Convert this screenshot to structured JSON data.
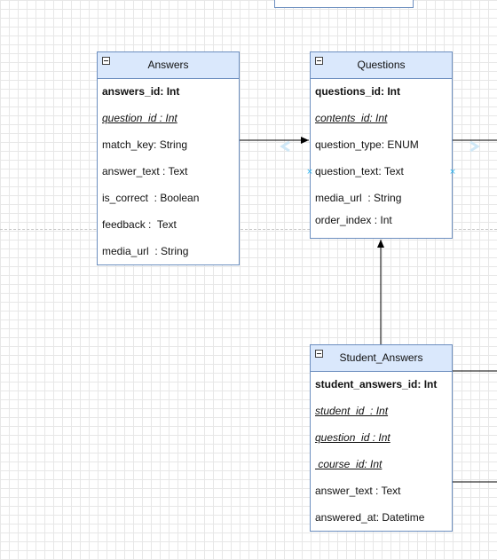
{
  "tables": {
    "answers": {
      "title": "Answers",
      "fields": [
        {
          "text": "answers_id: Int",
          "kind": "pk"
        },
        {
          "text": "question_id : Int",
          "kind": "fk"
        },
        {
          "text": "match_key: String",
          "kind": "plain"
        },
        {
          "text": "answer_text : Text",
          "kind": "plain"
        },
        {
          "text": "is_correct  : Boolean",
          "kind": "plain"
        },
        {
          "text": "feedback :  Text",
          "kind": "plain"
        },
        {
          "text": "media_url  : String",
          "kind": "plain"
        }
      ]
    },
    "questions": {
      "title": "Questions",
      "fields": [
        {
          "text": "questions_id: Int",
          "kind": "pk"
        },
        {
          "text": "contents_id: Int",
          "kind": "fk"
        },
        {
          "text": "question_type: ENUM",
          "kind": "plain"
        },
        {
          "text": "question_text: Text",
          "kind": "plain"
        },
        {
          "text": "media_url  : String",
          "kind": "plain"
        },
        {
          "text": "order_index : Int",
          "kind": "plain"
        }
      ]
    },
    "student_answers": {
      "title": "Student_Answers",
      "fields": [
        {
          "text": "student_answers_id: Int",
          "kind": "pk"
        },
        {
          "text": "student_id  : Int",
          "kind": "fk"
        },
        {
          "text": "question_id : Int",
          "kind": "fk"
        },
        {
          "text": " course_id: Int",
          "kind": "fk"
        },
        {
          "text": "answer_text : Text",
          "kind": "plain"
        },
        {
          "text": "answered_at: Datetime",
          "kind": "plain"
        }
      ]
    }
  },
  "colors": {
    "header_fill": "#dae8fc",
    "border": "#6c8ebf",
    "edge": "#000000",
    "selection_handle": "#29b6f2"
  }
}
